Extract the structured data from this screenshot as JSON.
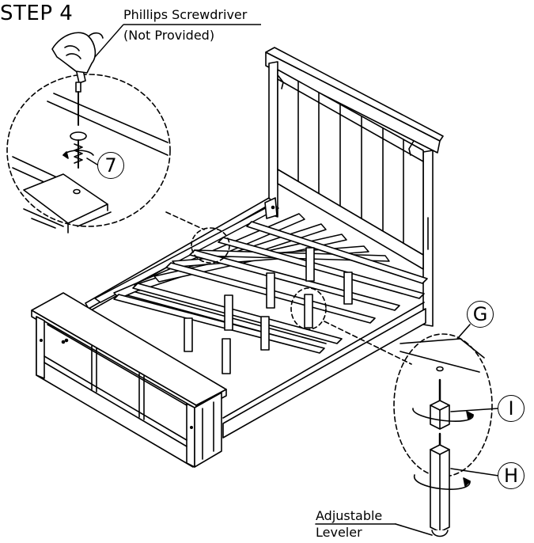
{
  "step": {
    "title": "STEP 4"
  },
  "tool": {
    "name": "Phillips Screwdriver",
    "note": "(Not Provided)"
  },
  "parts": {
    "screw": "7",
    "leg_plate": "G",
    "connector": "I",
    "leg": "H"
  },
  "leveler": {
    "line1": "Adjustable",
    "line2": "Leveler"
  }
}
